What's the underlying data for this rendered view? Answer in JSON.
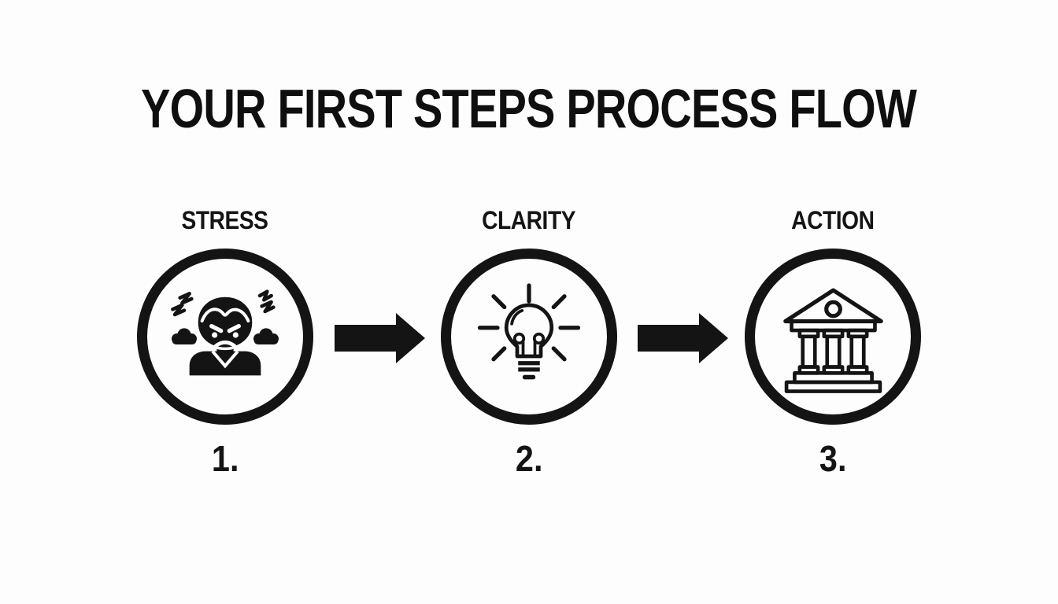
{
  "title": "YOUR FIRST STEPS PROCESS FLOW",
  "steps": [
    {
      "label": "STRESS",
      "number": "1.",
      "icon": "stressed-person-icon"
    },
    {
      "label": "CLARITY",
      "number": "2.",
      "icon": "lightbulb-icon"
    },
    {
      "label": "ACTION",
      "number": "3.",
      "icon": "bank-building-icon"
    }
  ],
  "connectors": [
    {
      "icon": "arrow-right-icon"
    },
    {
      "icon": "arrow-right-icon"
    }
  ],
  "colors": {
    "background": "#fdfdfd",
    "ink": "#141414"
  }
}
